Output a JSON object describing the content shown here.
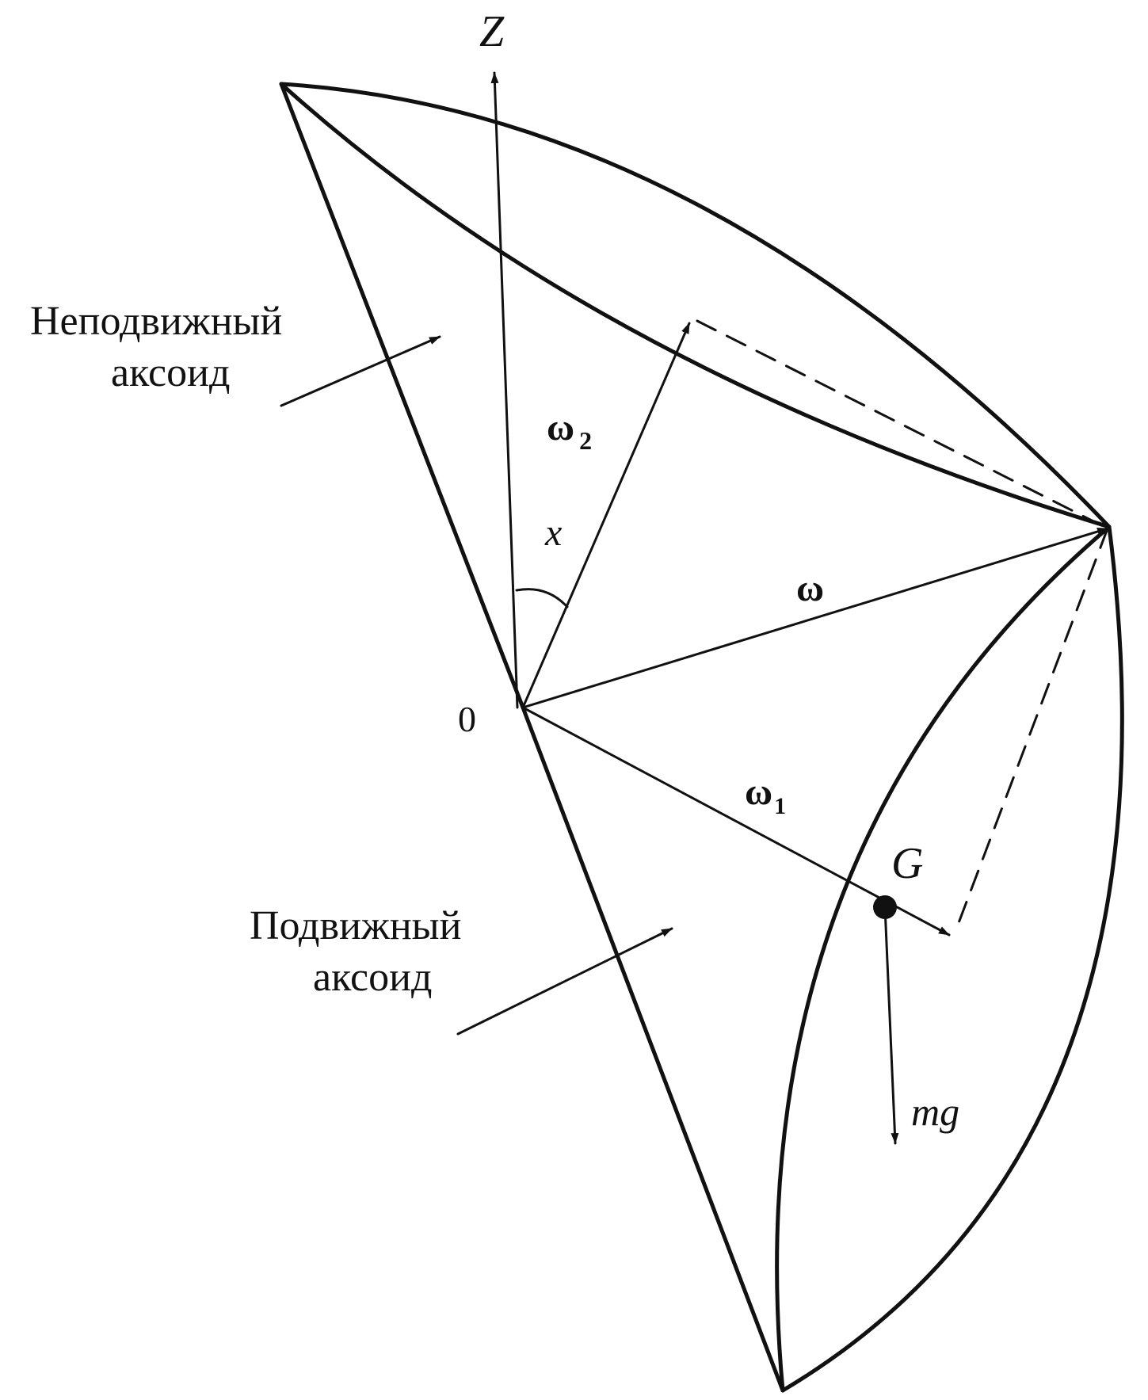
{
  "diagram": {
    "axis_label": "Z",
    "origin_label": "0",
    "angle_label": "x",
    "vector_labels": {
      "omega": "ω",
      "omega1": "ω",
      "omega1_sub": "1",
      "omega2": "ω",
      "omega2_sub": "2"
    },
    "point_label": "G",
    "force_label": "mg",
    "fixed_axoid": {
      "line1": "Неподвижный",
      "line2": "аксоид"
    },
    "moving_axoid": {
      "line1": "Подвижный",
      "line2": "аксоид"
    },
    "colors": {
      "ink": "#111111",
      "background": "#ffffff"
    }
  }
}
